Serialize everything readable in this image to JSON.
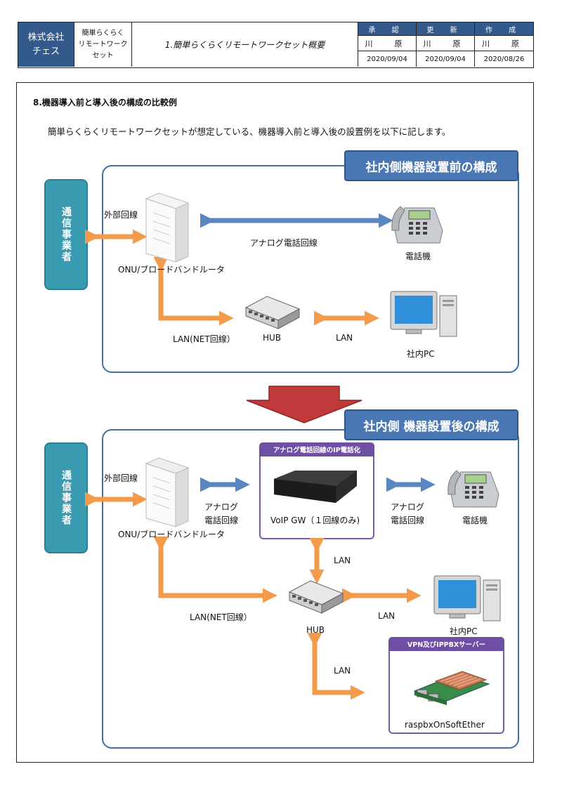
{
  "header": {
    "company": "株式会社\nチェス",
    "product": "簡単らくらく\nリモートワーク\nセット",
    "doc_title": "1.簡単らくらくリモートワークセット概要",
    "stamps": [
      {
        "role": "承 認",
        "name": "川　原",
        "date": "2020/09/04"
      },
      {
        "role": "更 新",
        "name": "川　原",
        "date": "2020/09/04"
      },
      {
        "role": "作 成",
        "name": "川　原",
        "date": "2020/08/26"
      }
    ]
  },
  "section_title": "8.機器導入前と導入後の構成の比較例",
  "intro": "簡単らくらくリモートワークセットが想定している、機器導入前と導入後の設置例を以下に記します。",
  "before": {
    "panel_title": "社内側機器設置前の構成",
    "carrier": "通信事業者",
    "outside_line": "外部回線",
    "onu": "ONU/ブロードバンドルータ",
    "analog_line": "アナログ電話回線",
    "phone": "電話機",
    "lan_net": "LAN(NET回線）",
    "hub": "HUB",
    "lan": "LAN",
    "pc": "社内PC"
  },
  "after": {
    "panel_title": "社内側 機器設置後の構成",
    "carrier": "通信事業者",
    "outside_line": "外部回線",
    "onu": "ONU/ブロードバンドルータ",
    "analog_left": "アナログ\n電話回線",
    "gw_header": "アナログ電話回線のIP電話化",
    "gw": "VoIP GW（１回線のみ)",
    "analog_right": "アナログ\n電話回線",
    "phone": "電話機",
    "lan_gw": "LAN",
    "lan_net": "LAN(NET回線）",
    "hub": "HUB",
    "lan_pc": "LAN",
    "pc": "社内PC",
    "lan_server": "LAN",
    "server_header": "VPN及びIPPBXサーバー",
    "server": "raspbxOnSoftEther"
  },
  "colors": {
    "orange_arrow": "#f39b4a",
    "blue_arrow": "#5a87c2",
    "panel_border": "#3f6ea8",
    "carrier": "#3a9bb0",
    "transition_arrow": "#c0393b"
  }
}
